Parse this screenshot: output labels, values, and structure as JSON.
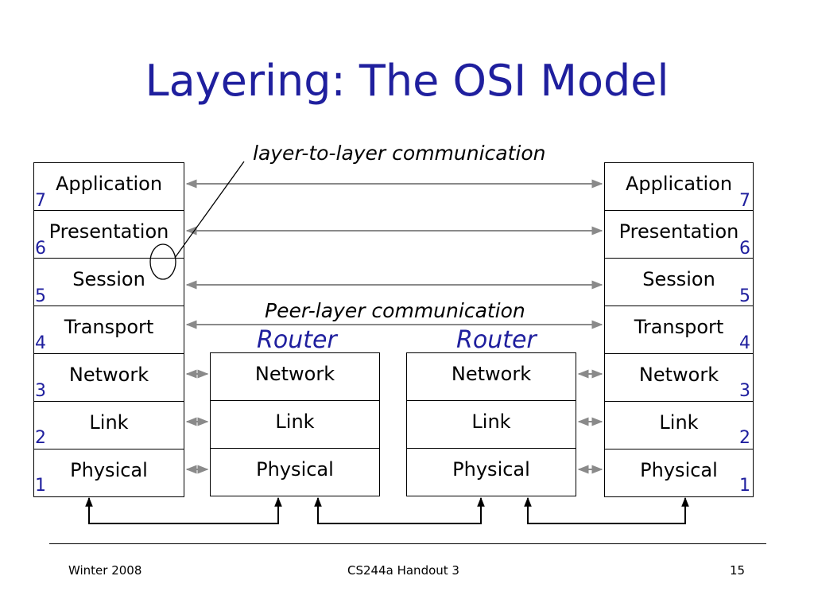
{
  "slide": {
    "title": "Layering: The OSI Model",
    "annotation": "layer-to-layer communication",
    "peer_label": "Peer-layer communication",
    "router_label_1": "Router",
    "router_label_2": "Router"
  },
  "stacks": {
    "end_layers": [
      "Application",
      "Presentation",
      "Session",
      "Transport",
      "Network",
      "Link",
      "Physical"
    ],
    "router_layers": [
      "Network",
      "Link",
      "Physical"
    ],
    "layer_numbers": [
      "7",
      "6",
      "5",
      "4",
      "3",
      "2",
      "1"
    ]
  },
  "footer": {
    "left": "Winter 2008",
    "center": "CS244a Handout 3",
    "right": "15"
  },
  "colors": {
    "title": "#1f1f9e",
    "arrow": "#8a8a8a",
    "line": "#000000"
  }
}
